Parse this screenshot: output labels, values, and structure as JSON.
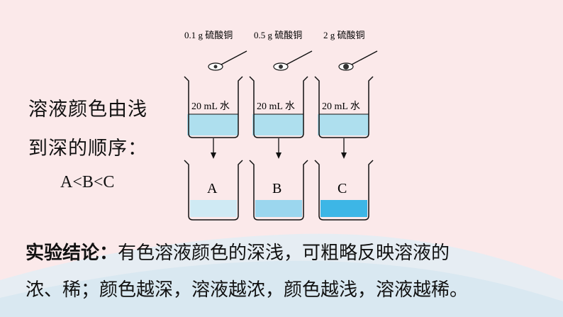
{
  "question": {
    "line1": "溶液颜色由浅",
    "line2": "到深的顺序：",
    "answer": "A<B<C"
  },
  "diagram": {
    "beakers": [
      {
        "amount": "0.1 g 硫酸铜",
        "water": "20 mL 水",
        "result_label": "A",
        "result_color": "#cfeaf4"
      },
      {
        "amount": "0.5 g 硫酸铜",
        "water": "20 mL 水",
        "result_label": "B",
        "result_color": "#9bd6ee"
      },
      {
        "amount": "2 g 硫酸铜",
        "water": "20 mL 水",
        "result_label": "C",
        "result_color": "#3db6e6"
      }
    ],
    "water_color": "#aedfee"
  },
  "conclusion": {
    "label": "实验结论：",
    "line1_text": "有色溶液颜色的深浅，可粗略反映溶液的",
    "line2": "浓、稀；颜色越深，溶液越浓，颜色越浅，溶液越稀。"
  },
  "colors": {
    "background": "#fbe9ea",
    "wave": "#dde9f2"
  }
}
